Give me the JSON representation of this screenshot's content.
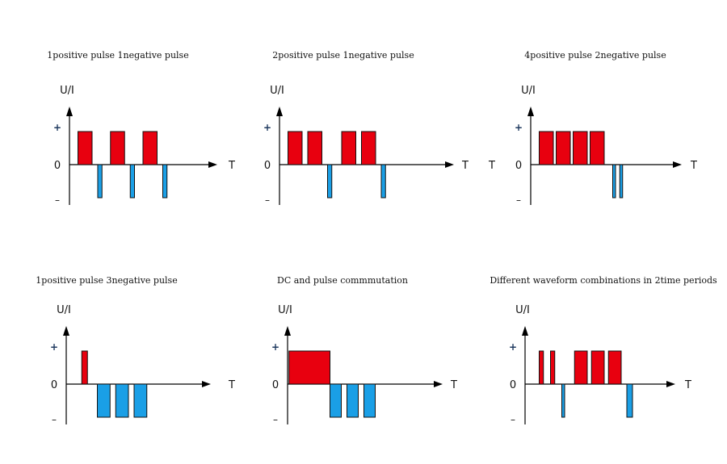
{
  "colors": {
    "positive": "#e8000f",
    "negative": "#1a9fe6",
    "axis": "#000000"
  },
  "axis_labels": {
    "y": "U/I",
    "x": "T",
    "plus": "+",
    "zero": "0",
    "minus": "–"
  },
  "panels": [
    {
      "title": "1positive pulse  1negative pulse",
      "pulses": [
        {
          "polarity": "positive",
          "start": 0.6,
          "end": 1.6
        },
        {
          "polarity": "negative",
          "start": 2.0,
          "end": 2.3
        },
        {
          "polarity": "positive",
          "start": 2.9,
          "end": 3.9
        },
        {
          "polarity": "negative",
          "start": 4.3,
          "end": 4.6
        },
        {
          "polarity": "positive",
          "start": 5.2,
          "end": 6.2
        },
        {
          "polarity": "negative",
          "start": 6.6,
          "end": 6.9
        }
      ]
    },
    {
      "title": "2positive pulse  1negative pulse",
      "pulses": [
        {
          "polarity": "positive",
          "start": 0.6,
          "end": 1.6
        },
        {
          "polarity": "positive",
          "start": 2.0,
          "end": 3.0
        },
        {
          "polarity": "negative",
          "start": 3.4,
          "end": 3.7
        },
        {
          "polarity": "positive",
          "start": 4.4,
          "end": 5.4
        },
        {
          "polarity": "positive",
          "start": 5.8,
          "end": 6.8
        },
        {
          "polarity": "negative",
          "start": 7.2,
          "end": 7.5
        }
      ]
    },
    {
      "title": "4positive pulse  2negative pulse",
      "extra_label": "T",
      "pulses": [
        {
          "polarity": "positive",
          "start": 0.6,
          "end": 1.6
        },
        {
          "polarity": "positive",
          "start": 1.8,
          "end": 2.8
        },
        {
          "polarity": "positive",
          "start": 3.0,
          "end": 4.0
        },
        {
          "polarity": "positive",
          "start": 4.2,
          "end": 5.2
        },
        {
          "polarity": "negative",
          "start": 5.8,
          "end": 6.0
        },
        {
          "polarity": "negative",
          "start": 6.3,
          "end": 6.5
        }
      ]
    },
    {
      "title": "1positive pulse  3negative pulse",
      "pulses": [
        {
          "polarity": "positive",
          "start": 1.1,
          "end": 1.5
        },
        {
          "polarity": "negative",
          "start": 2.2,
          "end": 3.1
        },
        {
          "polarity": "negative",
          "start": 3.5,
          "end": 4.4
        },
        {
          "polarity": "negative",
          "start": 4.8,
          "end": 5.7
        }
      ]
    },
    {
      "title": "DC and pulse commmutation",
      "pulses": [
        {
          "polarity": "positive",
          "start": 0.1,
          "end": 3.0
        },
        {
          "polarity": "negative",
          "start": 3.0,
          "end": 3.8
        },
        {
          "polarity": "negative",
          "start": 4.2,
          "end": 5.0
        },
        {
          "polarity": "negative",
          "start": 5.4,
          "end": 6.2
        }
      ]
    },
    {
      "title": "Different waveform combinations in 2time periods",
      "pulses": [
        {
          "polarity": "positive",
          "start": 1.0,
          "end": 1.3
        },
        {
          "polarity": "positive",
          "start": 1.8,
          "end": 2.1
        },
        {
          "polarity": "negative",
          "start": 2.6,
          "end": 2.8
        },
        {
          "polarity": "positive",
          "start": 3.5,
          "end": 4.4
        },
        {
          "polarity": "positive",
          "start": 4.7,
          "end": 5.6
        },
        {
          "polarity": "positive",
          "start": 5.9,
          "end": 6.8
        },
        {
          "polarity": "negative",
          "start": 7.2,
          "end": 7.6
        }
      ]
    }
  ]
}
